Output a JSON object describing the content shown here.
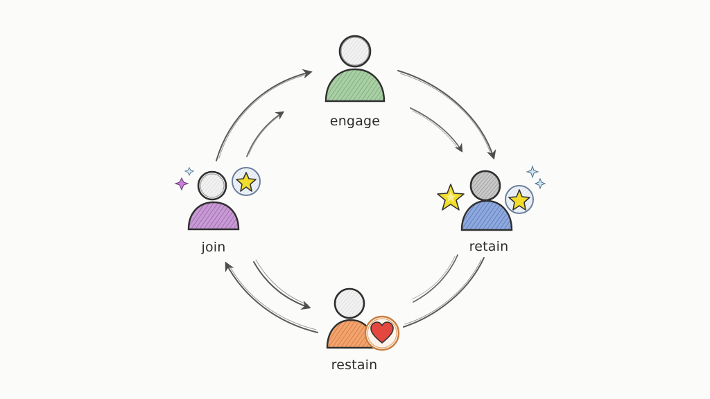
{
  "nodes": {
    "engage": {
      "label": "engage",
      "color": "#8fbf8c"
    },
    "retain": {
      "label": "retain",
      "color": "#6f8fd0"
    },
    "restain": {
      "label": "restain",
      "color": "#e8884a"
    },
    "join": {
      "label": "join",
      "color": "#b27cc0"
    }
  },
  "badges": {
    "star_color": "#e6d21e",
    "heart_color": "#e4473f",
    "badge_ring_color": "#8fa6c8",
    "heart_ring_color": "#d98a47"
  },
  "line_color": "#555555"
}
